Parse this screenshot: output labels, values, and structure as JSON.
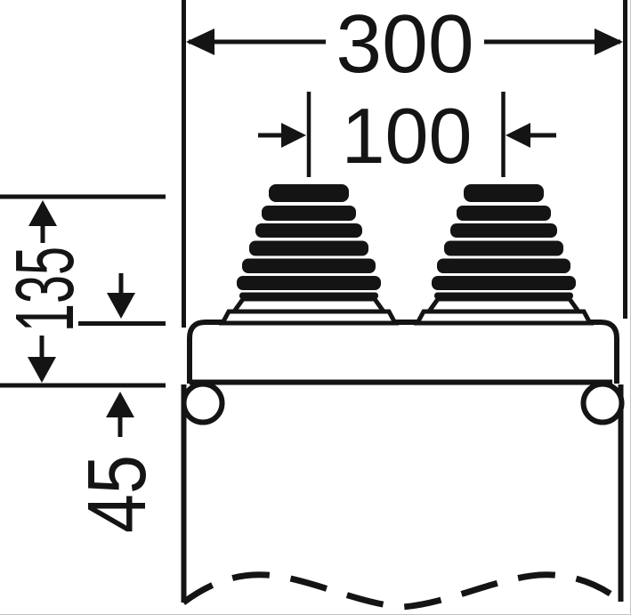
{
  "diagram": {
    "kind": "technical-dimension-drawing",
    "subject": "enclosure with two conical cable-entry glands, front view with break line",
    "line_color": "#141414",
    "background_color": "#ffffff",
    "dimensions": {
      "overall_width": "300",
      "gland_spacing": "100",
      "gland_section_height": "135",
      "lid_section_height": "45"
    }
  }
}
